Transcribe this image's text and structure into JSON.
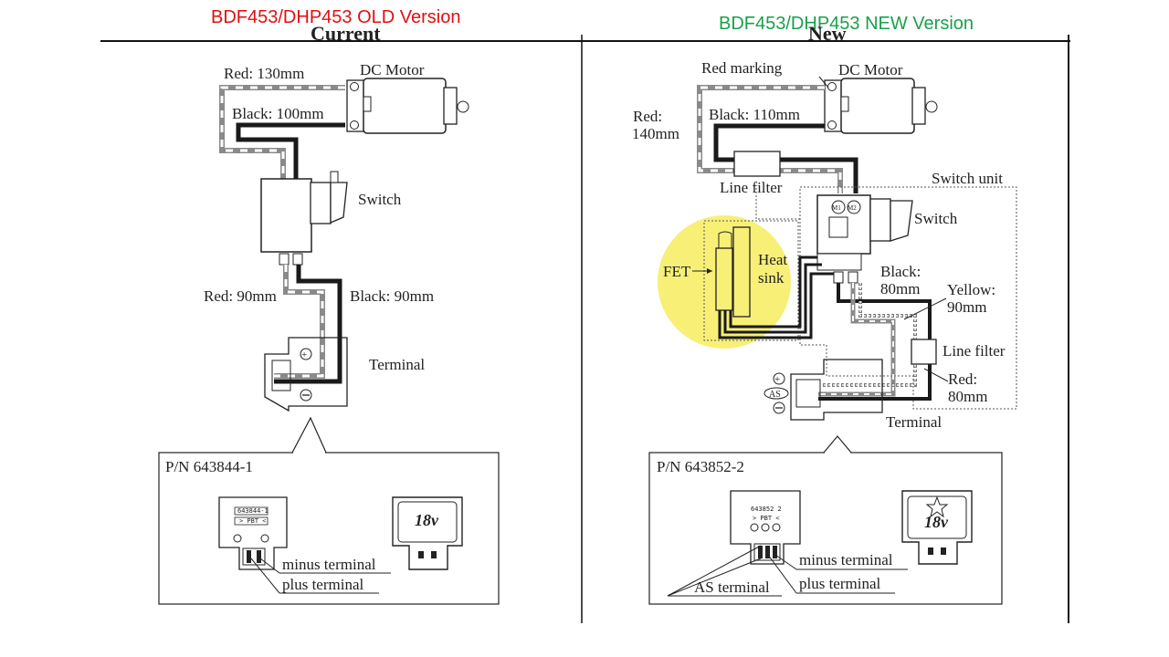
{
  "headers": {
    "old_title": "BDF453/DHP453 OLD Version",
    "old_color": "#e01010",
    "new_title": "BDF453/DHP453 NEW Version",
    "new_color": "#1aa04a"
  },
  "cut_off_headings": {
    "left": "Current",
    "right": "New"
  },
  "wire_colors": {
    "red_wire": "#8a8a8a",
    "red_stripe": "#ffffff",
    "black_wire": "#1a1a1a",
    "yellow_wire": "#7a7a7a",
    "highlight": "#f5ea4a"
  },
  "old": {
    "dc_motor": "DC Motor",
    "red_wire_top": "Red: 130mm",
    "black_wire_top": "Black: 100mm",
    "switch": "Switch",
    "red_wire_bottom": "Red: 90mm",
    "black_wire_bottom": "Black: 90mm",
    "terminal": "Terminal",
    "part_number": "P/N 643844-1",
    "chip_text_1": "643844-1",
    "chip_text_2": "> PBT <",
    "battery_text": "18v",
    "minus_terminal": "minus terminal",
    "plus_terminal": "plus terminal"
  },
  "new": {
    "red_marking": "Red marking",
    "dc_motor": "DC Motor",
    "red_wire_left": "Red:",
    "red_wire_left_len": "140mm",
    "black_wire_top": "Black: 110mm",
    "line_filter_top": "Line filter",
    "switch_unit": "Switch unit",
    "switch": "Switch",
    "m1": "M1",
    "m2": "M2",
    "fet": "FET",
    "heat_sink_1": "Heat",
    "heat_sink_2": "sink",
    "black_wire": "Black:",
    "black_wire_len": "80mm",
    "yellow_wire": "Yellow:",
    "yellow_wire_len": "90mm",
    "line_filter_right": "Line filter",
    "red_wire": "Red:",
    "red_wire_len": "80mm",
    "as_label": "AS",
    "terminal": "Terminal",
    "part_number": "P/N 643852-2",
    "chip_text_1": "643852 2",
    "chip_text_2": "> PBT <",
    "battery_text": "18v",
    "minus_terminal": "minus terminal",
    "plus_terminal": "plus terminal",
    "as_terminal": "AS terminal"
  }
}
